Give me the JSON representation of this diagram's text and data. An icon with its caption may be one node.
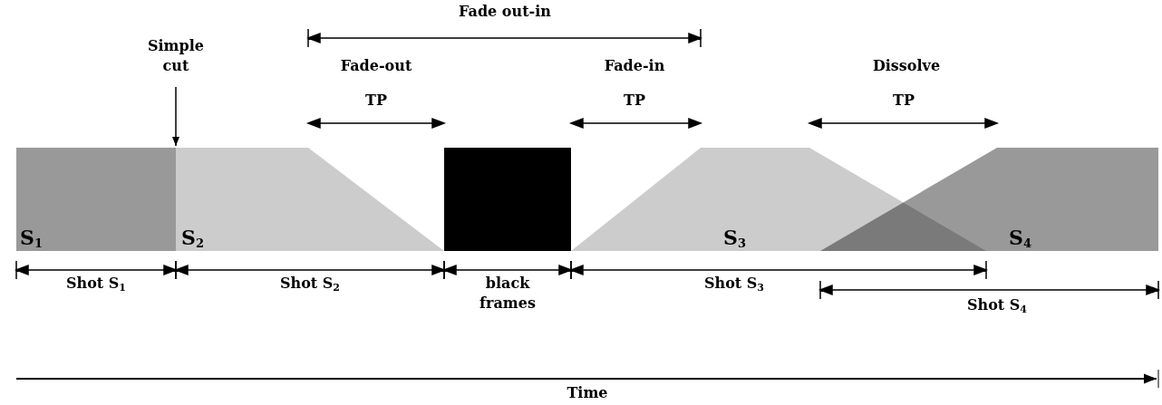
{
  "diagram": {
    "nodes": [
      {
        "text": [
          "S$_{1}$"
        ]
      },
      {
        "text": [
          "S$_{2}$"
        ]
      },
      {
        "text": [],
        "shape": "box"
      },
      {
        "text": [
          "S$_{3}$"
        ]
      },
      {
        "text": [
          "S$_{4}$"
        ]
      },
      {
        "text": [
          "Simple cut"
        ]
      }
    ],
    "edges": [
      {
        "from": 5,
        "to": 0,
        "arrow": "to"
      }
    ],
    "labels": [
      "Fade out-in",
      "Fade-out",
      "TP",
      "Fade-in",
      "TP",
      "Dissolve",
      "TP",
      "Shot S$_{1}$",
      "Shot S$_{2}$",
      "black frames",
      "Shot S$_{3}$",
      "Shot S$_{4}$",
      "Time"
    ]
  }
}
